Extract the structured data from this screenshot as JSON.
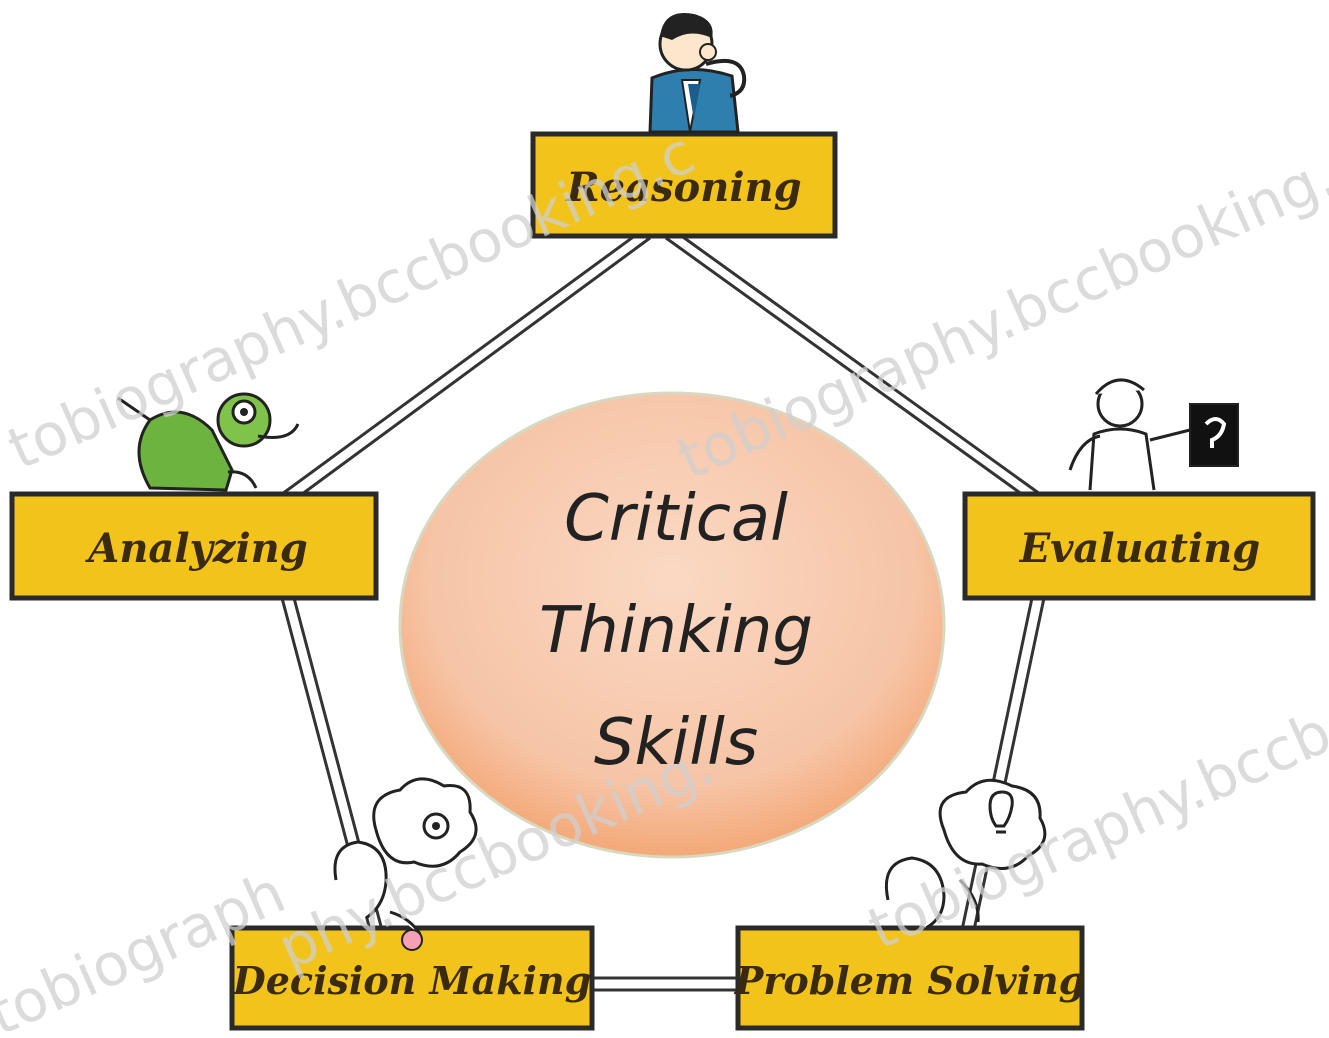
{
  "center": {
    "line1": "Critical",
    "line2": "Thinking",
    "line3": "Skills"
  },
  "skills": {
    "reasoning": "Reasoning",
    "analyzing": "Analyzing",
    "evaluating": "Evaluating",
    "decision_making": "Decision Making",
    "problem_solving": "Problem Solving"
  },
  "watermark": {
    "text1": "tobiography.bccbooking.c",
    "text2": "tobiography.bccbooking.c",
    "text3": "tobiography.bccbooking.c",
    "text4": "phy.bccbooking.",
    "text5": "tobiograph"
  },
  "icons": {
    "reasoning": "thinking-man-icon",
    "analyzing": "magnifier-creature-icon",
    "evaluating": "inspector-icon",
    "decision_making": "thinking-bubble-icon",
    "problem_solving": "idea-bulb-icon"
  },
  "colors": {
    "box_fill": "#f2c31b",
    "circle_fill": "#f6c4a6",
    "border": "#2a2a2a"
  }
}
